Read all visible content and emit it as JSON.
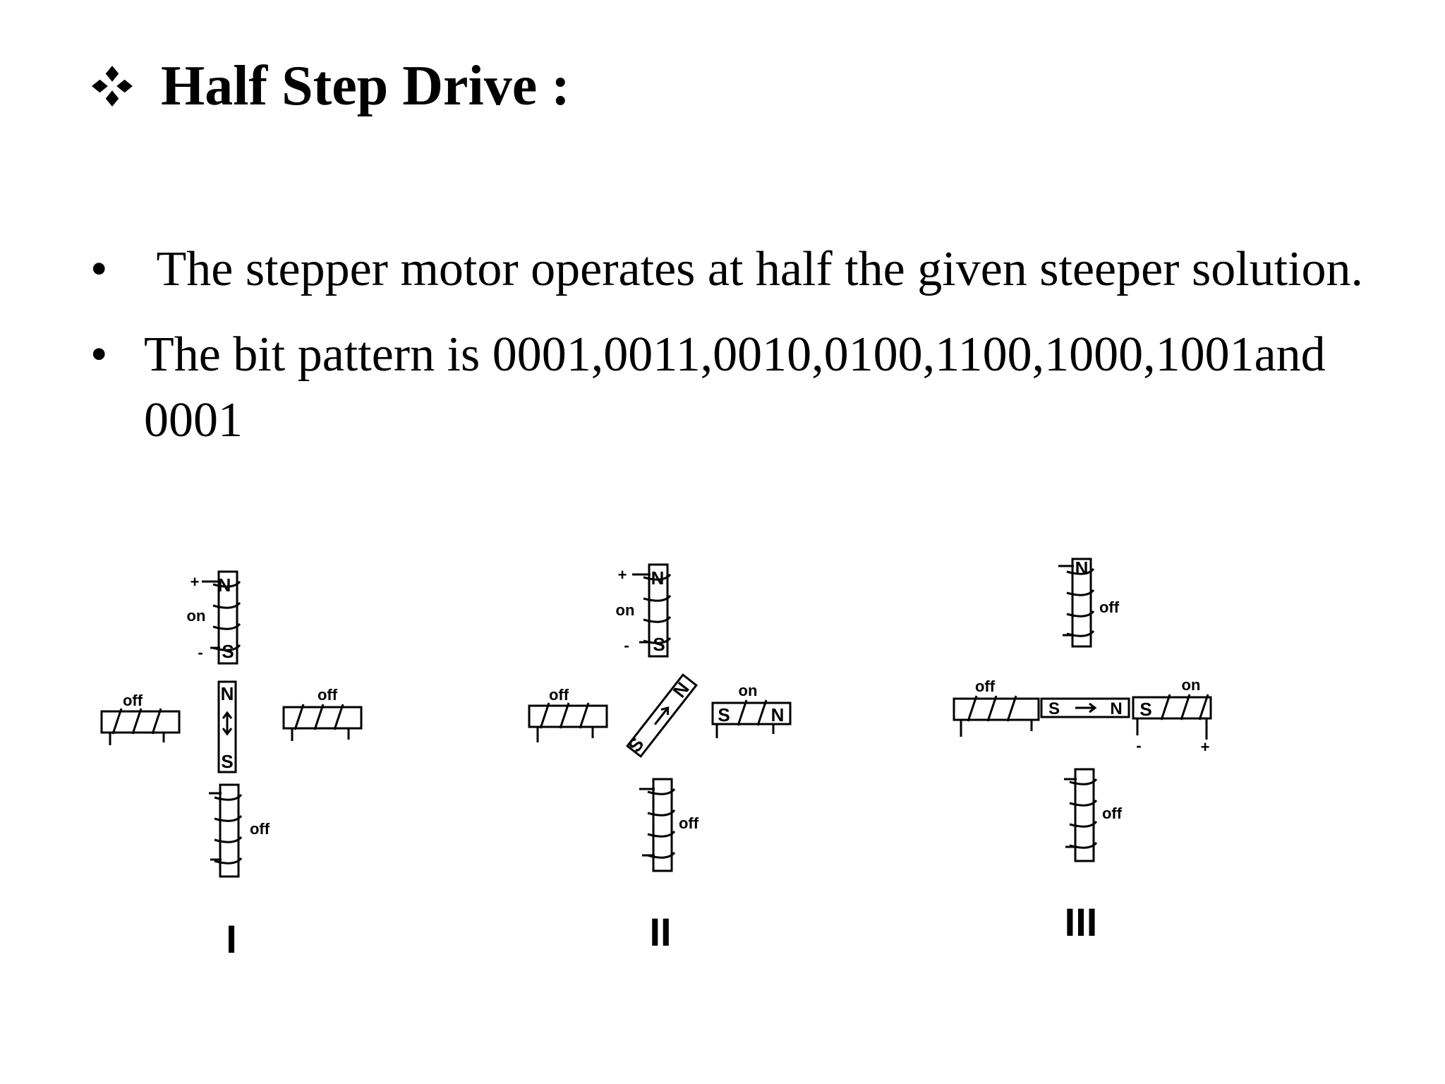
{
  "title": "Half Step Drive :",
  "title_icon": "four-diamonds-icon",
  "bullets": [
    " The stepper motor operates at half the given steeper solution.",
    "The bit pattern is 0001,0011,0010,0100,1100,1000,1001and 0001"
  ],
  "bullet_symbol": "•",
  "figures": [
    {
      "numeral": "I",
      "top_coil": {
        "state": "on",
        "pole_top": "N",
        "pole_bottom": "S",
        "plus": "+",
        "minus": "-"
      },
      "left_coil": {
        "state": "off"
      },
      "right_coil": {
        "state": "off"
      },
      "bottom_coil": {
        "state": "off"
      },
      "rotor": {
        "pole_a": "N",
        "pole_b": "S"
      }
    },
    {
      "numeral": "II",
      "top_coil": {
        "state": "on",
        "pole_top": "N",
        "pole_bottom": "S",
        "plus": "+",
        "minus": "-"
      },
      "left_coil": {
        "state": "off"
      },
      "right_coil": {
        "state": "on",
        "pole_left": "S",
        "pole_right": "N"
      },
      "bottom_coil": {
        "state": "off"
      },
      "rotor": {
        "pole_a": "N",
        "pole_b": "S"
      }
    },
    {
      "numeral": "III",
      "top_coil": {
        "state": "off",
        "pole_top": "N"
      },
      "left_coil": {
        "state": "off"
      },
      "right_coil": {
        "state": "on",
        "pole_left": "S",
        "minus": "-",
        "plus": "+"
      },
      "bottom_coil": {
        "state": "off"
      },
      "rotor": {
        "pole_a": "S",
        "pole_b": "N"
      }
    }
  ]
}
